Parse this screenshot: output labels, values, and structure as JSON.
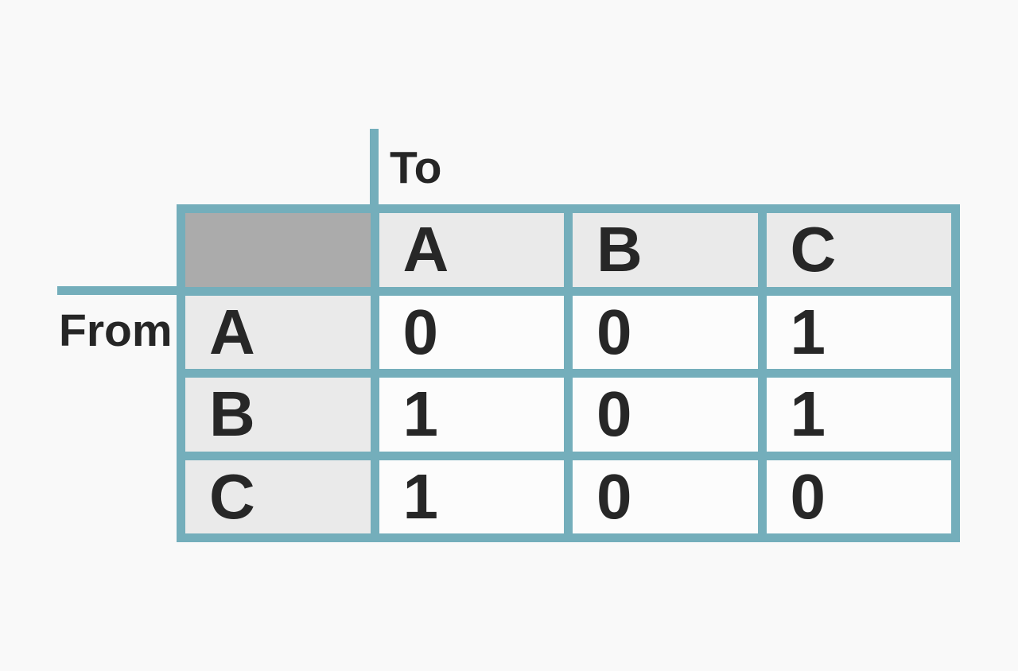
{
  "colors": {
    "background": "#f9f9f9",
    "grid_line": "#74aebb",
    "corner_cell": "#ababab",
    "header_cell": "#eaeaea",
    "data_cell": "#fcfcfc",
    "text": "#272727"
  },
  "diagram": {
    "type": "adjacency-matrix",
    "col_axis_label": "To",
    "row_axis_label": "From",
    "matrix": {
      "col_headers": [
        "A",
        "B",
        "C"
      ],
      "rows": [
        {
          "header": "A",
          "values": [
            "0",
            "0",
            "1"
          ]
        },
        {
          "header": "B",
          "values": [
            "1",
            "0",
            "1"
          ]
        },
        {
          "header": "C",
          "values": [
            "1",
            "0",
            "0"
          ]
        }
      ]
    }
  }
}
